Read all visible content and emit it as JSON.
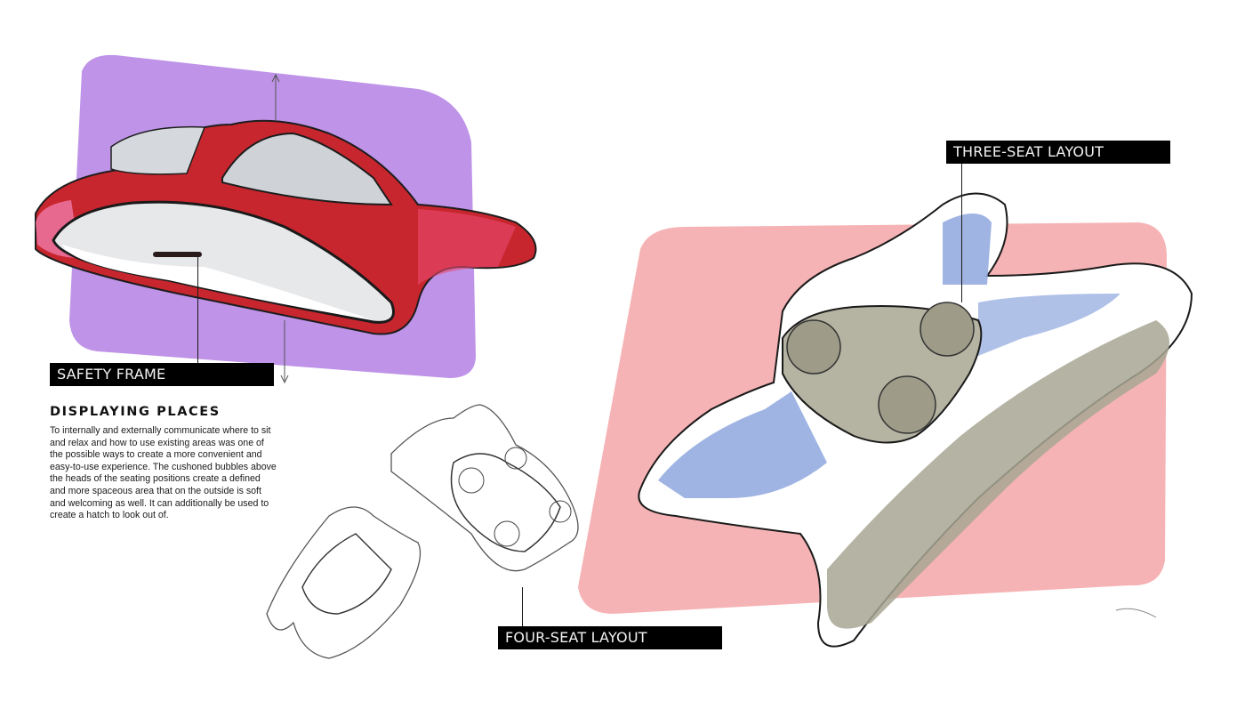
{
  "page": {
    "background": "#ffffff"
  },
  "labels": {
    "safety_frame": "SAFETY FRAME",
    "three_seat_layout": "THREE-SEAT LAYOUT",
    "four_seat_layout": "FOUR-SEAT LAYOUT"
  },
  "section": {
    "heading": "DISPLAYING PLACES",
    "body": "To internally and externally communicate where to sit and relax and how to use existing areas was one of the possible ways to create a more convenient and easy-to-use experience. The cushoned bubbles above the heads of the seating positions create a defined and more spaceous area that on the outside is soft and welcoming as well. It can additionally be used to create a hatch to look out of."
  },
  "sketches": [
    {
      "id": "safety-frame-sketch",
      "background_color": "#b98ae6",
      "frame_color": "#c8262e",
      "glass_color": "#d5d8dc"
    },
    {
      "id": "three-seat-sketch",
      "background_color": "#f4a6a8",
      "shell_color": "#8fa7de",
      "seat_color": "#a8a794"
    },
    {
      "id": "four-seat-sketch",
      "style": "pencil"
    },
    {
      "id": "two-seat-sketch",
      "style": "pencil"
    }
  ],
  "colors": {
    "label_bg": "#000000",
    "label_text": "#f2f2f2",
    "text": "#1a1a1a"
  }
}
